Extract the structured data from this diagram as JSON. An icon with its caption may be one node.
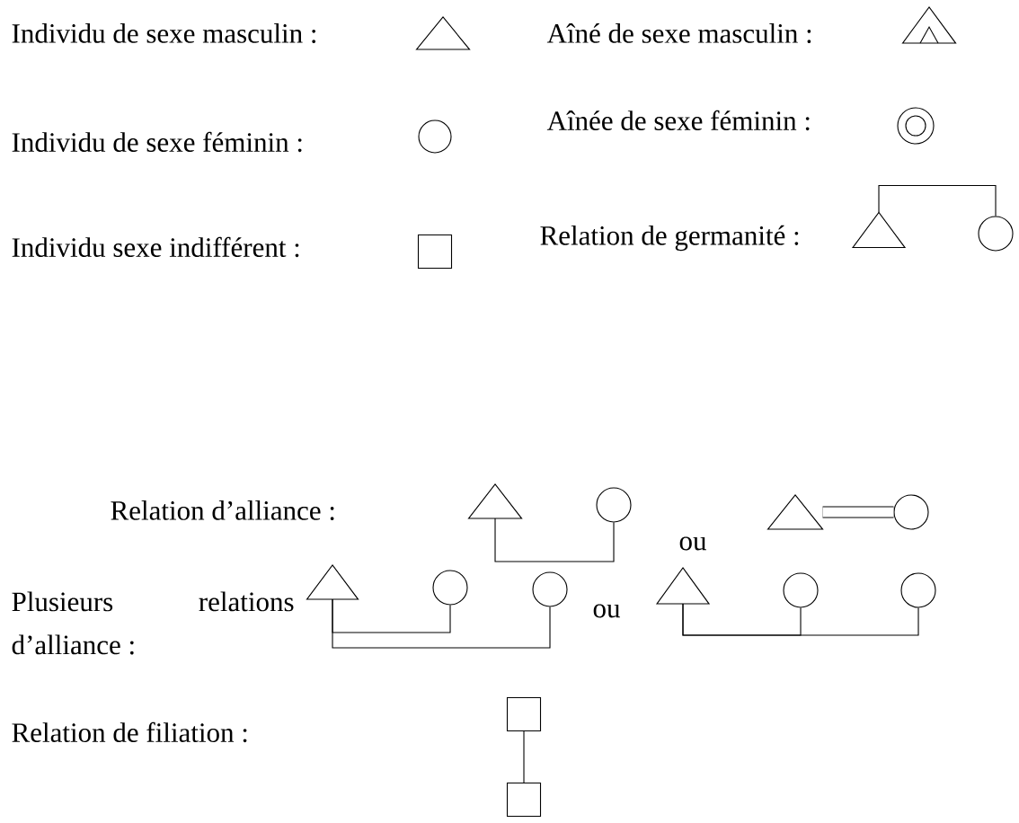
{
  "diagram": {
    "nodes": [
      {
        "text": [],
        "shape": "triangle"
      },
      {
        "text": [],
        "shape": "nested-triangle"
      },
      {
        "text": [],
        "shape": "circle"
      },
      {
        "text": [],
        "shape": "double-circle"
      },
      {
        "text": [],
        "shape": "box"
      },
      {
        "text": [],
        "shape": "triangle"
      },
      {
        "text": [],
        "shape": "circle"
      },
      {
        "text": [],
        "shape": "triangle"
      },
      {
        "text": [],
        "shape": "circle"
      },
      {
        "text": [],
        "shape": "triangle"
      },
      {
        "text": [],
        "shape": "circle"
      },
      {
        "text": [],
        "shape": "triangle"
      },
      {
        "text": [],
        "shape": "circle"
      },
      {
        "text": [],
        "shape": "circle"
      },
      {
        "text": [],
        "shape": "triangle"
      },
      {
        "text": [],
        "shape": "circle"
      },
      {
        "text": [],
        "shape": "circle"
      },
      {
        "text": [],
        "shape": "box"
      },
      {
        "text": [],
        "shape": "box"
      }
    ],
    "edges": [
      {
        "from": 5,
        "to": 6,
        "arrow": "none"
      },
      {
        "from": 7,
        "to": 8,
        "arrow": "none"
      },
      {
        "from": 9,
        "to": 10,
        "arrow": "none",
        "style": "thick"
      },
      {
        "from": 11,
        "to": 12,
        "arrow": "none"
      },
      {
        "from": 11,
        "to": 13,
        "arrow": "none"
      },
      {
        "from": 14,
        "to": 15,
        "arrow": "none"
      },
      {
        "from": 14,
        "to": 16,
        "arrow": "none"
      },
      {
        "from": 17,
        "to": 18,
        "arrow": "none"
      }
    ],
    "labels": [
      "Individu de sexe masculin :",
      "Aîné de sexe masculin :",
      "Aînée de sexe féminin :",
      "Individu de sexe féminin :",
      "Relation de germanité :",
      "Individu sexe indifférent :",
      "Relation d’alliance :",
      "ou",
      "Plusieurs relations d’alliance :",
      "ou",
      "Relation de filiation :"
    ]
  }
}
